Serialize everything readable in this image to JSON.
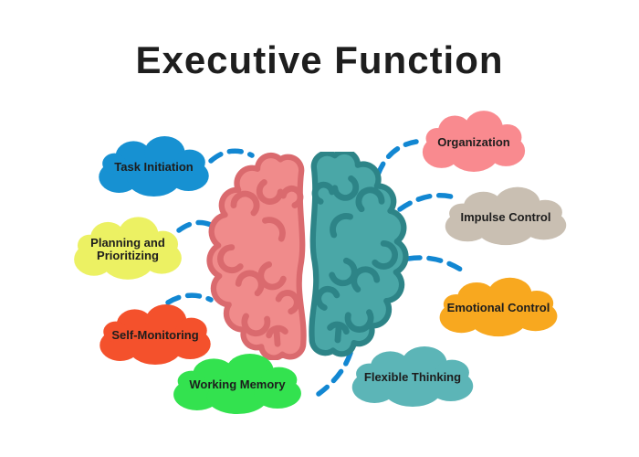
{
  "title": "Executive Function",
  "colors": {
    "background": "#ffffff",
    "title_text": "#1e1e1e",
    "label_text": "#1d1d1d",
    "connector": "#1287d2",
    "brain_left_fill": "#f08b8b",
    "brain_left_stroke": "#da6a6e",
    "brain_right_fill": "#4aa7a7",
    "brain_right_stroke": "#2d8487"
  },
  "clouds": [
    {
      "label": "Task Initiation",
      "color": "#1791d2"
    },
    {
      "label": "Planning and Prioritizing",
      "color": "#ecf163"
    },
    {
      "label": "Self-Monitoring",
      "color": "#f4512c"
    },
    {
      "label": "Working Memory",
      "color": "#33e24f"
    },
    {
      "label": "Flexible Thinking",
      "color": "#5cb5b7"
    },
    {
      "label": "Emotional Control",
      "color": "#f8a81f"
    },
    {
      "label": "Impulse Control",
      "color": "#c9bfb2"
    },
    {
      "label": "Organization",
      "color": "#f98a8f"
    }
  ]
}
